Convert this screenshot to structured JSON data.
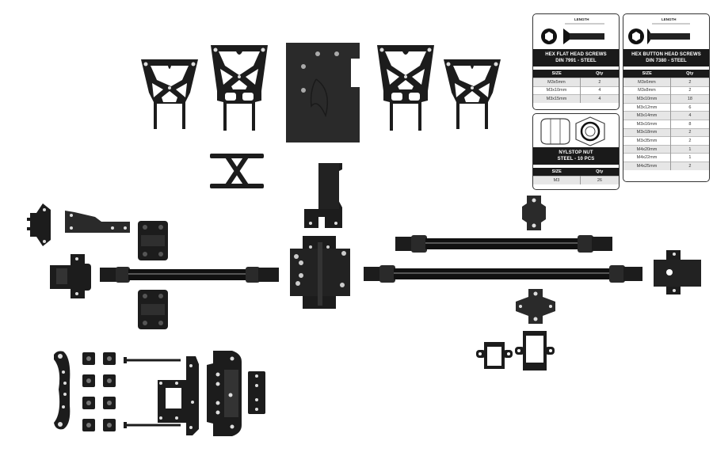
{
  "scene": "Exploded view of RC crawler chassis parts kit on white background with hardware tables",
  "colors": {
    "background": "#ffffff",
    "parts": "#1c1c1c",
    "table_header": "#1a1a1a",
    "row_alt": "#e6e6e6"
  },
  "hardware_cards": {
    "flat_head": {
      "length_label": "LENGTH",
      "title_line1": "HEX FLAT HEAD SCREWS",
      "title_line2": "DIN 7991 - STEEL",
      "col_size": "SIZE",
      "col_qty": "Qty",
      "rows": [
        {
          "size": "M3x5mm",
          "qty": "2"
        },
        {
          "size": "M3x10mm",
          "qty": "4"
        },
        {
          "size": "M3x15mm",
          "qty": "4"
        }
      ]
    },
    "nylstop_nut": {
      "title_line1": "NYLSTOP NUT",
      "title_line2": "STEEL - 10 PCS",
      "col_size": "SIZE",
      "col_qty": "Qty",
      "rows": [
        {
          "size": "M3",
          "qty": "26"
        }
      ]
    },
    "button_head": {
      "length_label": "LENGTH",
      "title_line1": "HEX BUTTON HEAD SCREWS",
      "title_line2": "DIN 7380 - STEEL",
      "col_size": "SIZE",
      "col_qty": "Qty",
      "rows": [
        {
          "size": "M3x6mm",
          "qty": "2"
        },
        {
          "size": "M3x8mm",
          "qty": "2"
        },
        {
          "size": "M3x10mm",
          "qty": "18"
        },
        {
          "size": "M3x12mm",
          "qty": "6"
        },
        {
          "size": "M3x14mm",
          "qty": "4"
        },
        {
          "size": "M3x16mm",
          "qty": "8"
        },
        {
          "size": "M3x18mm",
          "qty": "2"
        },
        {
          "size": "M3x35mm",
          "qty": "2"
        },
        {
          "size": "M4x20mm",
          "qty": "1"
        },
        {
          "size": "M4x22mm",
          "qty": "1"
        },
        {
          "size": "M4x25mm",
          "qty": "2"
        }
      ]
    }
  },
  "parts": [
    "shock-tower-small-left",
    "shock-tower-large-left",
    "battery-plate",
    "shock-tower-large-right",
    "shock-tower-small-right",
    "x-brace",
    "servo-mount",
    "link-mount",
    "steering-plate",
    "axle-mount-top",
    "axle-mount-bottom",
    "gearbox-mount-left",
    "driveshaft-short",
    "transmission-housing",
    "driveshaft-upper",
    "driveshaft-lower",
    "axle-clamp",
    "gearbox-mount-right",
    "cross-mount",
    "body-post-mount-small",
    "body-post-mount-large",
    "steering-link",
    "nut-holders",
    "pins",
    "skid-plate",
    "bumper-mount",
    "small-plate"
  ]
}
